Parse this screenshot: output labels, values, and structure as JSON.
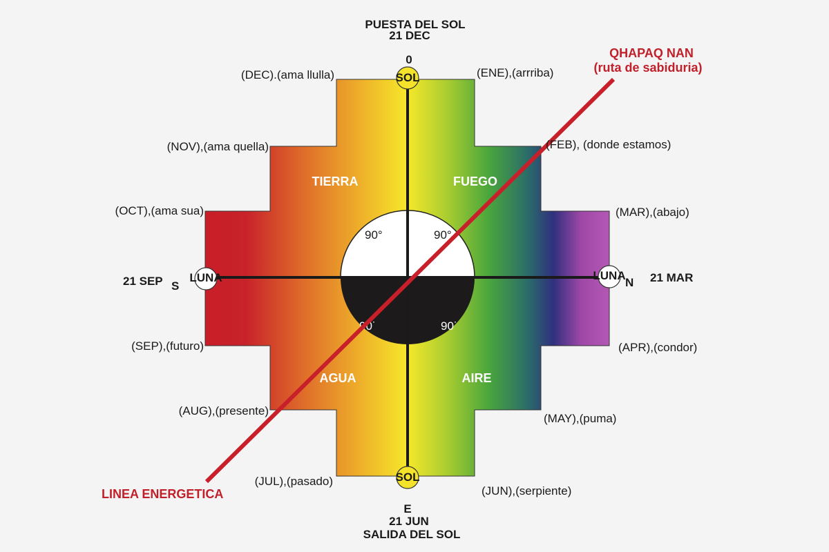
{
  "top": {
    "line1": "PUESTA DEL SOL",
    "line2": "21 DEC",
    "letter": "0"
  },
  "bottom": {
    "letter": "E",
    "line1": "21 JUN",
    "line2": "SALIDA DEL SOL"
  },
  "left": {
    "date": "21 SEP",
    "letter": "S"
  },
  "right": {
    "letter": "N",
    "date": "21 MAR"
  },
  "markers": {
    "sol": "SOL",
    "luna": "LUNA"
  },
  "elements": {
    "tierra": "TIERRA",
    "fuego": "FUEGO",
    "agua": "AGUA",
    "aire": "AIRE"
  },
  "angles": [
    "90°",
    "90°",
    "90˙",
    "90˙"
  ],
  "months": {
    "dec": "(DEC).(ama llulla)",
    "ene": "(ENE),(arrriba)",
    "nov": "(NOV),(ama quella)",
    "feb": "(FEB), (donde estamos)",
    "oct": "(OCT),(ama sua)",
    "mar": "(MAR),(abajo)",
    "sep": "(SEP),(futuro)",
    "apr": "(APR),(condor)",
    "aug": "(AUG),(presente)",
    "may": "(MAY),(puma)",
    "jul": "(JUL),(pasado)",
    "jun": "(JUN),(serpiente)"
  },
  "qhapaq": {
    "line1": "QHAPAQ NAN",
    "line2": "(ruta de sabiduria)"
  },
  "linea": "LINEA ENERGETICA",
  "colors": {
    "line": "#c8202a",
    "sol": "#f5e22a"
  }
}
